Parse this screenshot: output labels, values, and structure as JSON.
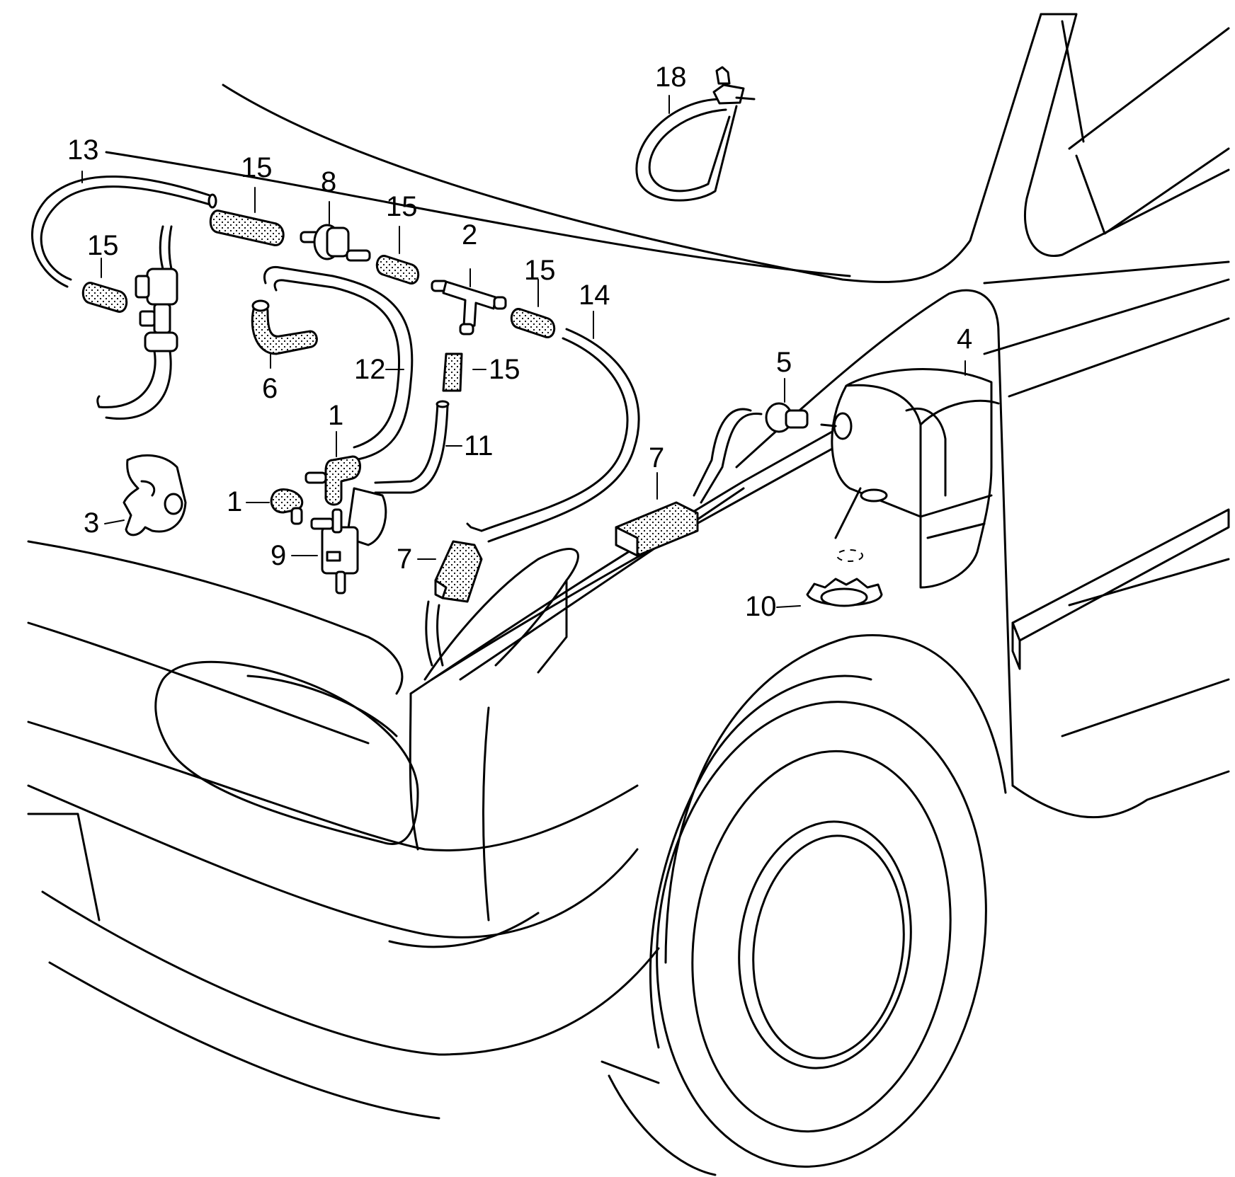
{
  "callouts": [
    {
      "id": "c13",
      "text": "13"
    },
    {
      "id": "c15a",
      "text": "15"
    },
    {
      "id": "c8",
      "text": "8"
    },
    {
      "id": "c15b",
      "text": "15"
    },
    {
      "id": "c2",
      "text": "2"
    },
    {
      "id": "c15c",
      "text": "15"
    },
    {
      "id": "c14",
      "text": "14"
    },
    {
      "id": "c15d",
      "text": "15"
    },
    {
      "id": "c18",
      "text": "18"
    },
    {
      "id": "c6",
      "text": "6"
    },
    {
      "id": "c12",
      "text": "12"
    },
    {
      "id": "c15e",
      "text": "15"
    },
    {
      "id": "c1a",
      "text": "1"
    },
    {
      "id": "c11",
      "text": "11"
    },
    {
      "id": "c1b",
      "text": "1"
    },
    {
      "id": "c3",
      "text": "3"
    },
    {
      "id": "c9",
      "text": "9"
    },
    {
      "id": "c7a",
      "text": "7"
    },
    {
      "id": "c7b",
      "text": "7"
    },
    {
      "id": "c5",
      "text": "5"
    },
    {
      "id": "c4",
      "text": "4"
    },
    {
      "id": "c10",
      "text": "10"
    }
  ]
}
